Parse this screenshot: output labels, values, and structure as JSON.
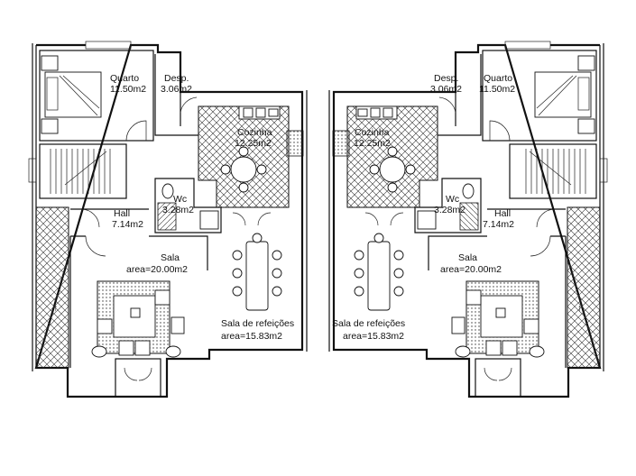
{
  "left_unit": {
    "quarto": {
      "name": "Quarto",
      "area": "11.50m2"
    },
    "desp": {
      "name": "Desp.",
      "area": "3.06m2"
    },
    "cozinha": {
      "name": "Cozinha",
      "area": "12.25m2"
    },
    "wc": {
      "name": "Wc",
      "area": "3.28m2"
    },
    "hall": {
      "name": "Hall",
      "area": "7.14m2"
    },
    "sala": {
      "name": "Sala",
      "area": "area=20.00m2"
    },
    "refeicoes": {
      "name": "Sala de refeições",
      "area": "area=15.83m2"
    }
  },
  "right_unit": {
    "quarto": {
      "name": "Quarto",
      "area": "11.50m2"
    },
    "desp": {
      "name": "Desp.",
      "area": "3.06m2"
    },
    "cozinha": {
      "name": "Cozinha",
      "area": "12.25m2"
    },
    "wc": {
      "name": "Wc",
      "area": "3.28m2"
    },
    "hall": {
      "name": "Hall",
      "area": "7.14m2"
    },
    "sala": {
      "name": "Sala",
      "area": "area=20.00m2"
    },
    "refeicoes": {
      "name": "Sala de refeições",
      "area": "area=15.83m2"
    }
  },
  "stair_arrow": "↑"
}
